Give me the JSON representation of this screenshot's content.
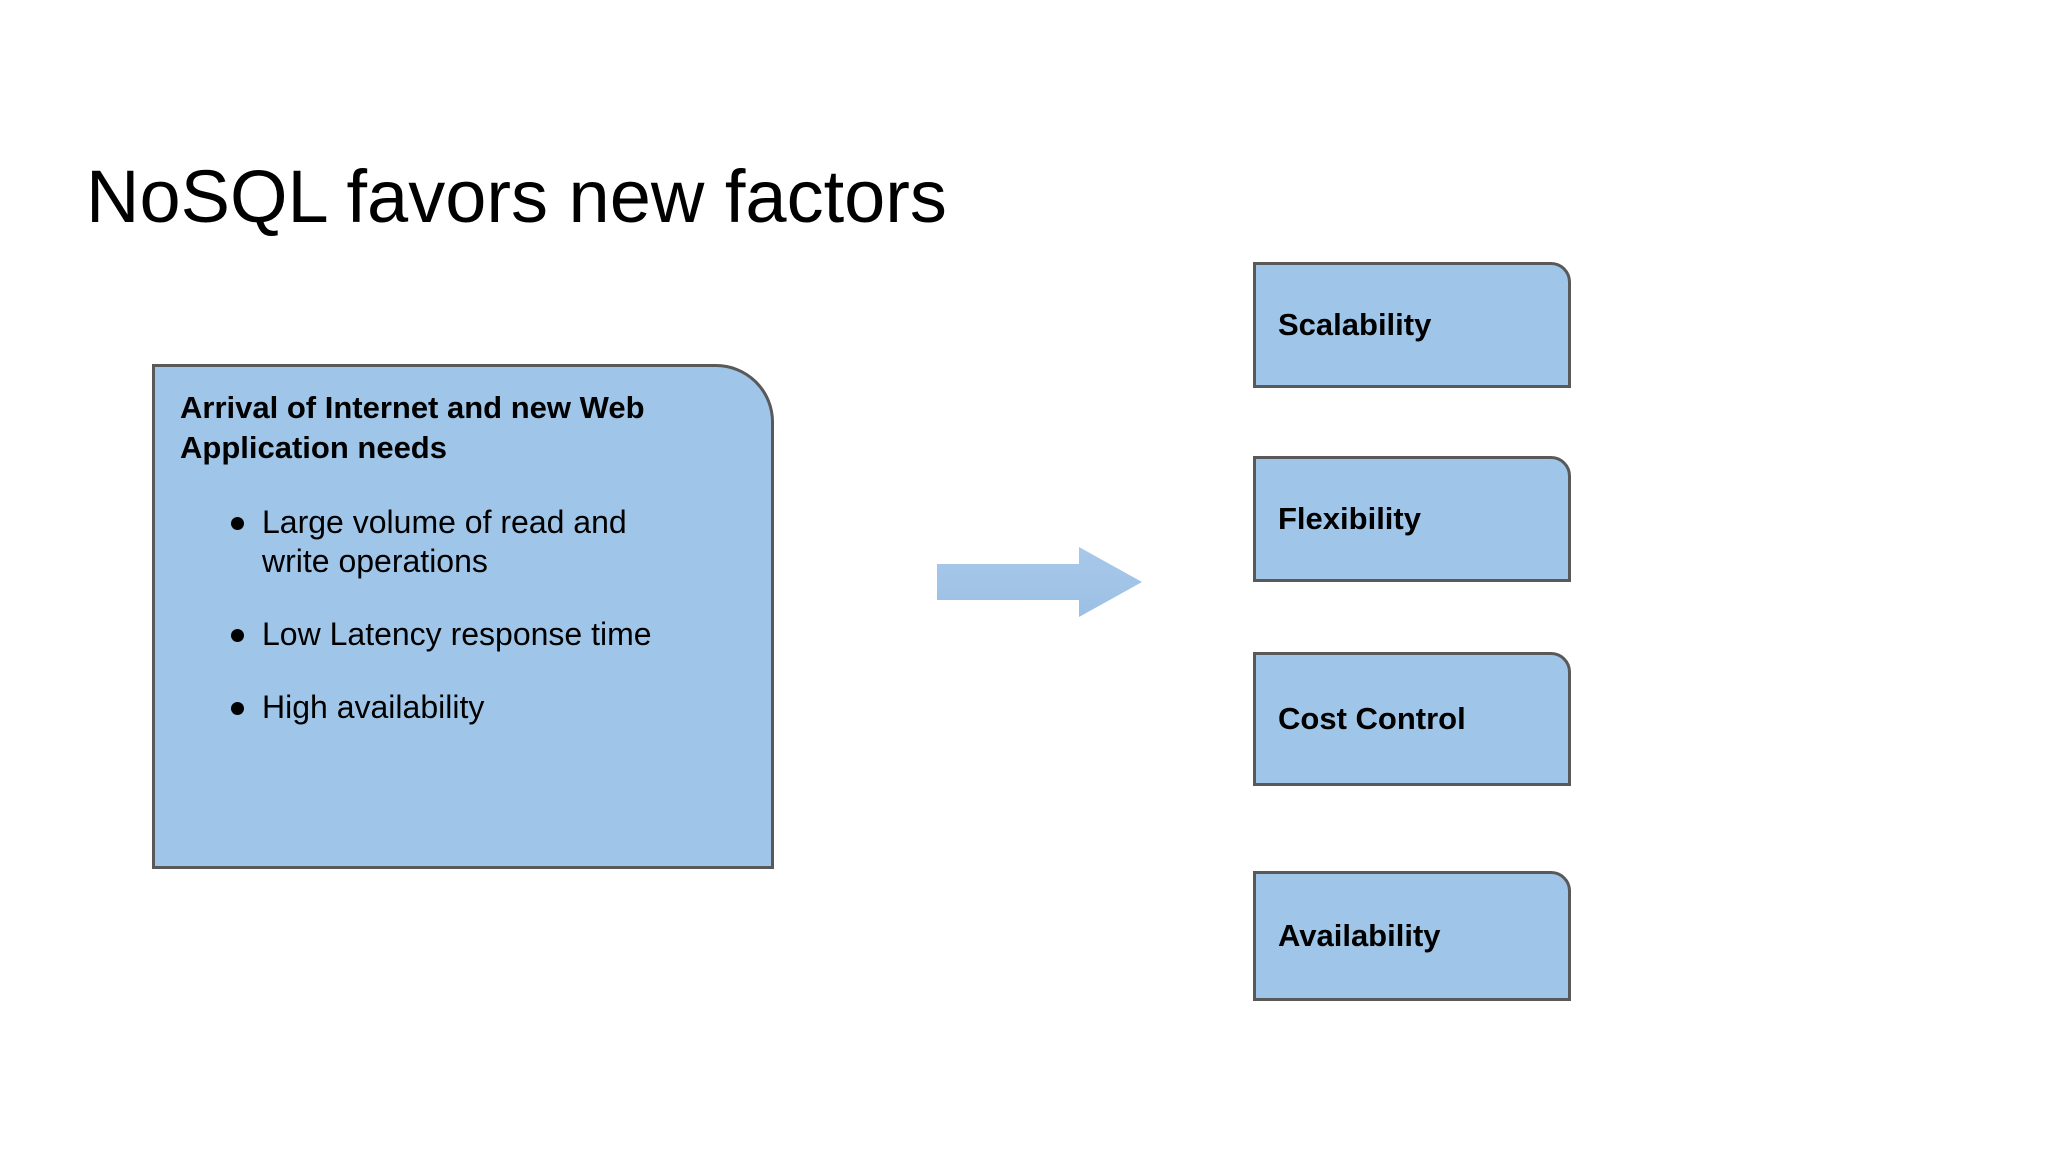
{
  "slide": {
    "title": "NoSQL favors new factors",
    "background_color": "#FFFFFF",
    "shape_fill_color": "#9FC5E8",
    "shape_border_color": "#595959",
    "text_color": "#000000"
  },
  "needs_box": {
    "heading": "Arrival of Internet and new Web Application needs",
    "bullets": [
      "Large volume of read and write operations",
      "Low Latency response time",
      "High availability"
    ]
  },
  "arrow": {
    "icon": "right-block-arrow-icon",
    "direction": "right",
    "color": "#9FC5E8"
  },
  "factors": [
    {
      "label": "Scalability"
    },
    {
      "label": "Flexibility"
    },
    {
      "label": "Cost Control"
    },
    {
      "label": "Availability"
    }
  ]
}
